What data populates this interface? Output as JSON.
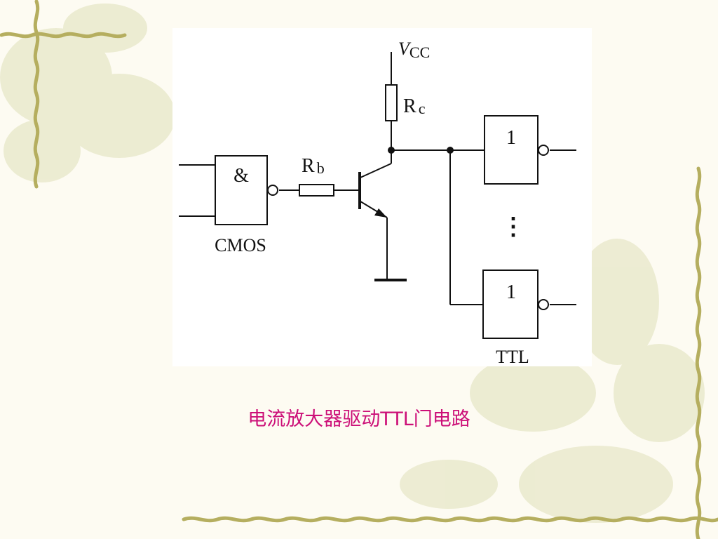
{
  "colors": {
    "background": "#fdfbf2",
    "vine": "#b5ae5f",
    "leaf_wash": "#e7e7c8",
    "diagram_panel": "#ffffff",
    "ink": "#111111",
    "caption": "#cc0f78"
  },
  "diagram": {
    "vcc_label": {
      "italic": "V",
      "sub": "CC"
    },
    "rc_label": {
      "main": "R",
      "sub": "c"
    },
    "rb_label": {
      "main": "R",
      "sub": "b"
    },
    "cmos_gate_symbol": "&",
    "cmos_label": "CMOS",
    "ttl_gate_top_symbol": "1",
    "ttl_gate_bottom_symbol": "1",
    "ellipsis": "⋮",
    "ttl_label": "TTL"
  },
  "caption": {
    "part1": "电流放大器驱动",
    "part2": "TTL",
    "part3": "门电路"
  }
}
